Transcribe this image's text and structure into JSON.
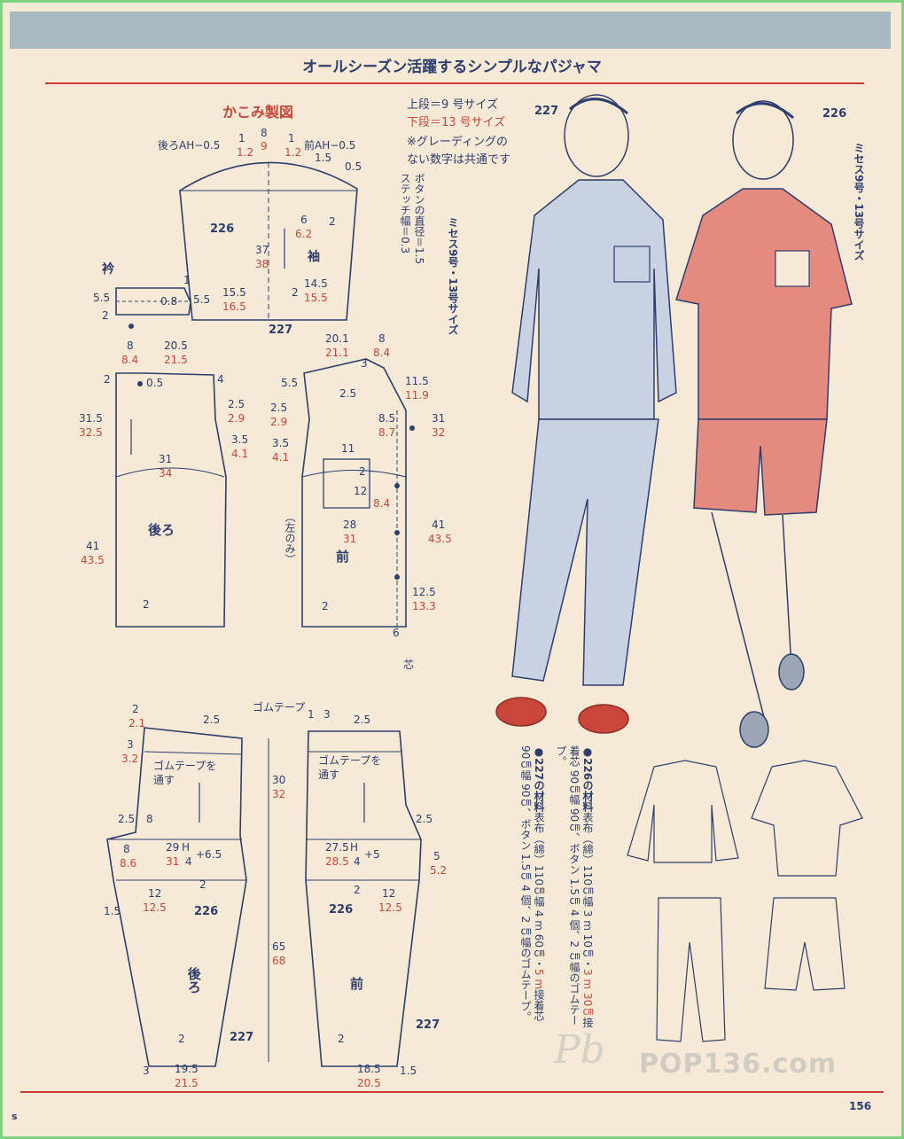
{
  "page": {
    "title": "オールシーズン活躍するシンプルなパジャマ",
    "page_number": "156",
    "corner_mark": "s",
    "watermark": "POP136.com"
  },
  "colors": {
    "navy": "#2d3d6e",
    "red": "#c8463c",
    "paper": "#f6ead6",
    "band": "#a9b9c4"
  },
  "legend": {
    "heading": "かこみ製図",
    "line1": "上段＝9 号サイズ",
    "line2": "下段＝13 号サイズ",
    "line3": "※グレーディングの",
    "line4": "ない数字は共通です"
  },
  "notes": {
    "button": "ボタンの直径＝1.5",
    "stitch": "ステッチ幅＝0.3",
    "size_left": "ミセス9号・13号サイズ",
    "size_right": "ミセス9号・13号サイズ"
  },
  "figures": {
    "left_number": "227",
    "right_number": "226"
  },
  "materials": {
    "m226_head": "●226の材料",
    "m226_body1": "表布（綿）110㎝幅 3 m 10㎝・",
    "m226_red1": "3 m 30㎝",
    "m226_body2": "接着芯 90㎝幅 90㎝、ボタン 1.5㎝ 4 個、",
    "m226_body3": "2 ㎝幅のゴムテープ。",
    "m227_head": "●227の材料",
    "m227_body1": "表布（綿）110㎝幅 4 m 60㎝・",
    "m227_red1": "5 m",
    "m227_body2": "接着芯 90㎝幅 90㎝、ボタン 1.5㎝ 4 個、2 ㎝幅の",
    "m227_body3": "ゴムテープ。"
  },
  "sleeve": {
    "back_ah": "後ろAH−0.5",
    "front_ah": "前AH−0.5",
    "n1": "1",
    "n12": "1.2",
    "n8": "8",
    "n9": "9",
    "n1b": "1",
    "n12b": "1.2",
    "n15": "1.5",
    "n05": "0.5",
    "model": "226",
    "n6": "6",
    "n62": "6.2",
    "n2": "2",
    "n37": "37",
    "n38": "38",
    "label": "袖",
    "n155": "15.5",
    "n165": "16.5",
    "n145": "14.5",
    "n155b": "15.5",
    "n2b": "2",
    "model2": "227"
  },
  "collar": {
    "label": "衿",
    "n1": "1",
    "n55": "5.5",
    "n08": "0.8",
    "n55b": "5.5",
    "n2": "2"
  },
  "back_bodice": {
    "n8": "8",
    "n84": "8.4",
    "n205": "20.5",
    "n215": "21.5",
    "n2": "2",
    "n05": "0.5",
    "n4": "4",
    "n315": "31.5",
    "n325": "32.5",
    "n25": "2.5",
    "n29": "2.9",
    "n35": "3.5",
    "n41": "4.1",
    "n31": "31",
    "n34": "34",
    "label": "後ろ",
    "n41b": "41",
    "n435": "43.5",
    "n2b": "2"
  },
  "front_bodice": {
    "n201": "20.1",
    "n211": "21.1",
    "n8": "8",
    "n84": "8.4",
    "n3": "3",
    "n115": "11.5",
    "n119": "11.9",
    "n55": "5.5",
    "n25": "2.5",
    "n25b": "2.5",
    "n29": "2.9",
    "n85": "8.5",
    "n87": "8.7",
    "n31": "31",
    "n32": "32",
    "n35": "3.5",
    "n41": "4.1",
    "n11": "11",
    "n2": "2",
    "n12": "12",
    "n84b": "8.4",
    "n28": "28",
    "n31b": "31",
    "left_only": "（左のみ）",
    "label": "前",
    "n41b": "41",
    "n435": "43.5",
    "n125": "12.5",
    "n133": "13.3",
    "n2b": "2",
    "n6": "6",
    "shin": "芯"
  },
  "pants": {
    "gomu_tape": "ゴムテープ",
    "b_n2": "2",
    "b_n21": "2.1",
    "b_n25": "2.5",
    "b_n3": "3",
    "b_n32": "3.2",
    "b_gomu1": "ゴムテープを",
    "b_gomu2": "通す",
    "b_n25b": "2.5",
    "b_n8": "8",
    "b_n8b": "8",
    "b_n86": "8.6",
    "b_n29": "29",
    "b_h": "H",
    "b_4": "4",
    "b_plus": "+6.5",
    "b_n31": "31",
    "b_n2b": "2",
    "b_n12": "12",
    "b_n125": "12.5",
    "b_n15": "1.5",
    "b_model": "226",
    "b_label": "後ろ",
    "b_n2c": "2",
    "b_n195": "19.5",
    "b_n215": "21.5",
    "b_n3b": "3",
    "b_model2": "227",
    "mid_n30": "30",
    "mid_n32": "32",
    "mid_n65": "65",
    "mid_n68": "68",
    "f_n1": "1",
    "f_n3": "3",
    "f_n25": "2.5",
    "f_gomu1": "ゴムテープを",
    "f_gomu2": "通す",
    "f_n25b": "2.5",
    "f_n275": "27.5",
    "f_h": "H",
    "f_4": "4",
    "f_plus": "+5",
    "f_n285": "28.5",
    "f_n5": "5",
    "f_n52": "5.2",
    "f_n2": "2",
    "f_n12": "12",
    "f_n125": "12.5",
    "f_model": "226",
    "f_label": "前",
    "f_n2b": "2",
    "f_n185": "18.5",
    "f_n205": "20.5",
    "f_n15": "1.5",
    "f_model2": "227"
  }
}
